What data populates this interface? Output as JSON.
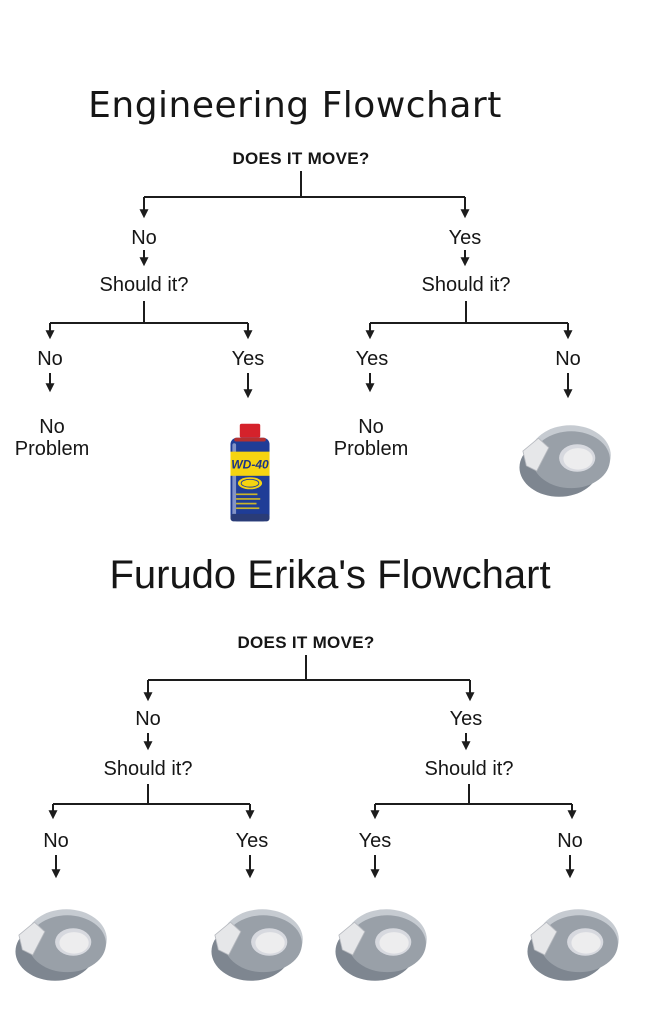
{
  "colors": {
    "background": "#ffffff",
    "line": "#1c1c1c",
    "text": "#161616",
    "tape-side": "#7e8690",
    "tape-highlight": "#c6cbd1",
    "tape-body": "#99a0a8",
    "tape-hole-ring": "#d7d9df",
    "tape-hole": "#ededee",
    "tape-flap": "#e6e7e9",
    "wd40-cap": "#d5222b",
    "wd40-body": "#1f3d97",
    "wd40-band": "#f6d411",
    "wd40-label-text": "#1c3488"
  },
  "icons": {
    "duct_tape": "duct-tape-roll-image",
    "wd40_can": "wd40-can-image"
  },
  "images": {
    "wd40_label": "WD-40"
  },
  "flowcharts": [
    {
      "title": "Engineering Flowchart",
      "root_question": "DOES IT MOVE?",
      "branches": [
        {
          "answer": "No",
          "question": "Should it?",
          "leaves": [
            {
              "answer": "No",
              "outcome": "No Problem",
              "outcome_type": "text"
            },
            {
              "answer": "Yes",
              "outcome_type": "wd40-can",
              "outcome_icon": "wd40-can-image"
            }
          ]
        },
        {
          "answer": "Yes",
          "question": "Should it?",
          "leaves": [
            {
              "answer": "Yes",
              "outcome": "No Problem",
              "outcome_type": "text"
            },
            {
              "answer": "No",
              "outcome_type": "duct-tape",
              "outcome_icon": "duct-tape-roll-image"
            }
          ]
        }
      ]
    },
    {
      "title": "Furudo Erika's Flowchart",
      "root_question": "DOES IT MOVE?",
      "branches": [
        {
          "answer": "No",
          "question": "Should it?",
          "leaves": [
            {
              "answer": "No",
              "outcome_type": "duct-tape",
              "outcome_icon": "duct-tape-roll-image"
            },
            {
              "answer": "Yes",
              "outcome_type": "duct-tape",
              "outcome_icon": "duct-tape-roll-image"
            }
          ]
        },
        {
          "answer": "Yes",
          "question": "Should it?",
          "leaves": [
            {
              "answer": "Yes",
              "outcome_type": "duct-tape",
              "outcome_icon": "duct-tape-roll-image"
            },
            {
              "answer": "No",
              "outcome_type": "duct-tape",
              "outcome_icon": "duct-tape-roll-image"
            }
          ]
        }
      ]
    }
  ]
}
